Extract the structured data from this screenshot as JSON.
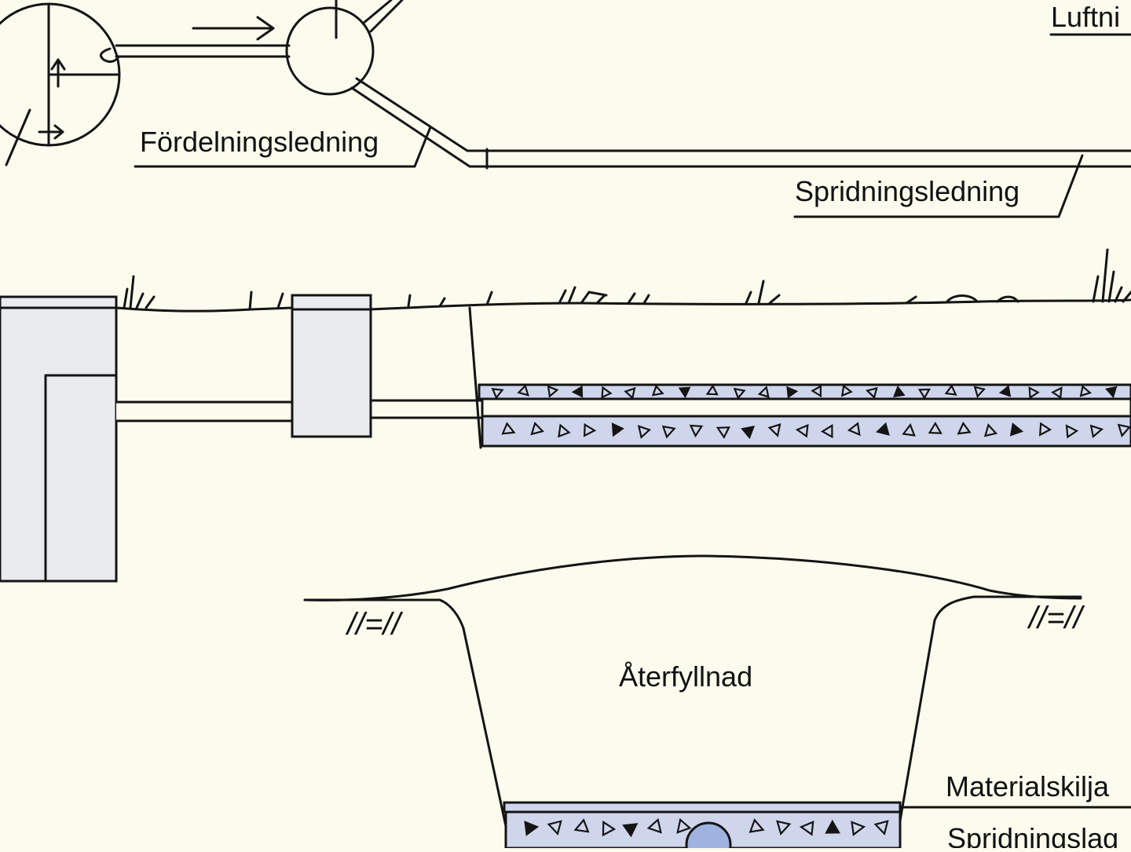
{
  "labels": {
    "luftning": "Luftni",
    "fordelning": "Fördelningsledning",
    "spridning": "Spridningsledning",
    "aterfyllnad": "Återfyllnad",
    "materialskilja": "Materialskilja",
    "spridningslager": "Spridningslag"
  },
  "symbols": {
    "ground_mark_left": "//=//",
    "ground_mark_right": "//=//"
  },
  "colors": {
    "background": "#fbfbee",
    "ink": "#141414",
    "tank_fill": "#e9ebef",
    "gravel_fill": "#cfd6ec",
    "pipe_fill": "#9fb3df"
  }
}
